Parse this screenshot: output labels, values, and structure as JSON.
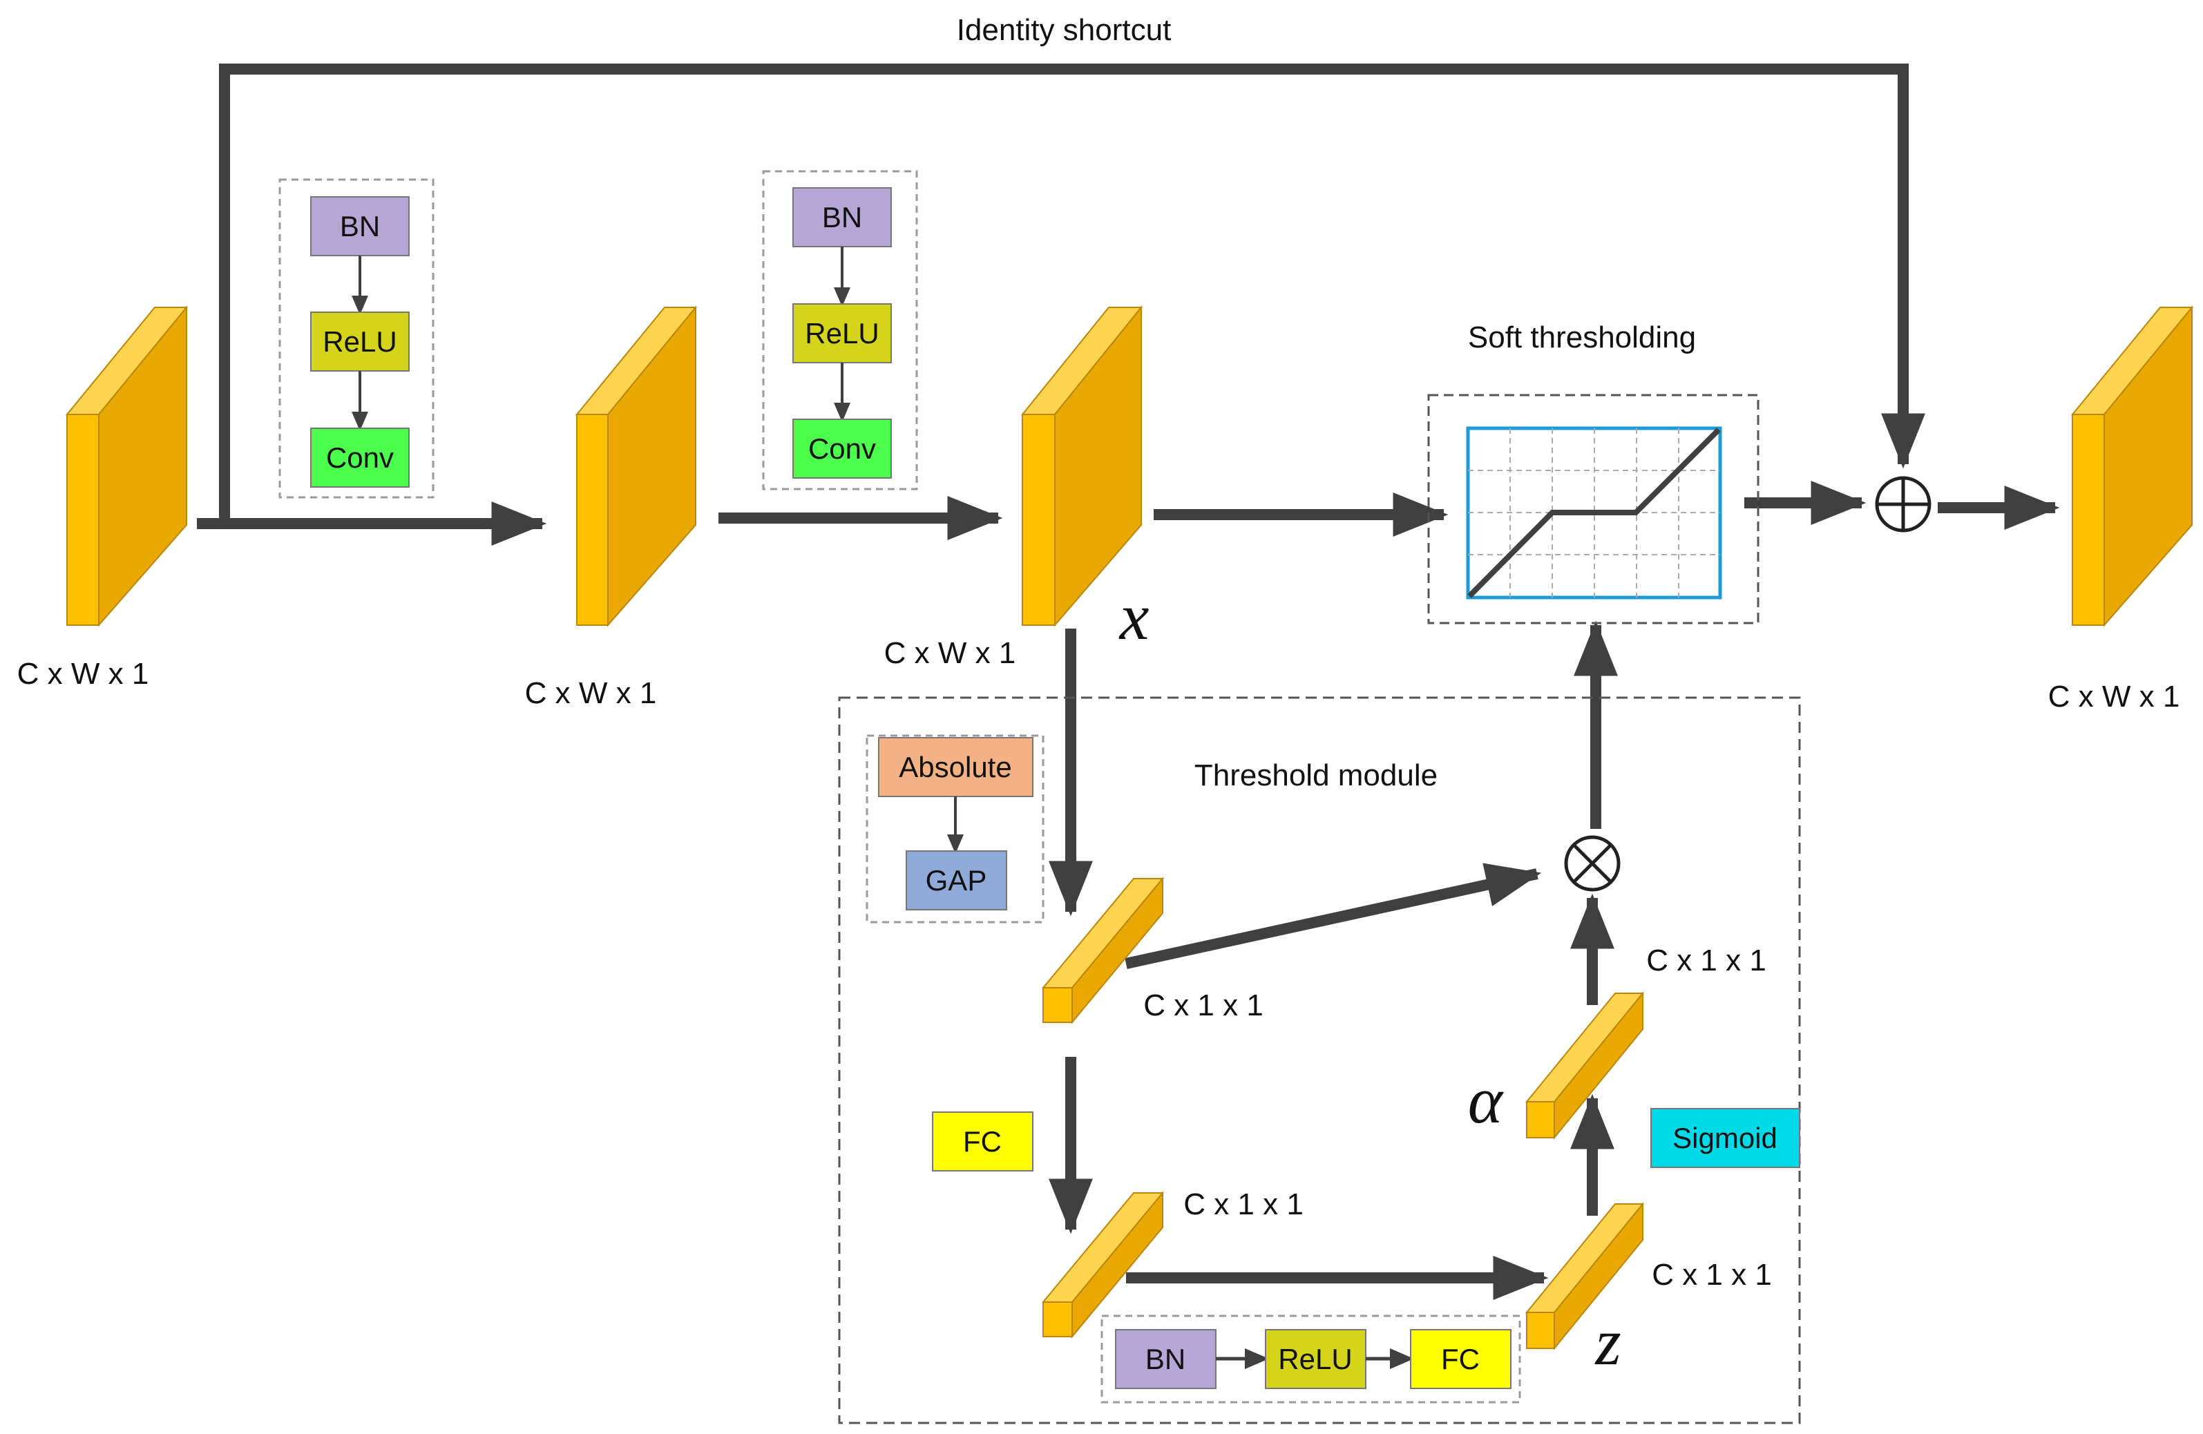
{
  "labels": {
    "identity_shortcut": "Identity shortcut",
    "soft_thresholding": "Soft thresholding",
    "threshold_module": "Threshold module",
    "dim_input": "C x W x 1",
    "dim_after_conv1": "C x W x 1",
    "dim_x": "C x W x 1",
    "dim_output": "C x W x 1",
    "dim_gap": "C x 1 x 1",
    "dim_fc1": "C x 1 x 1",
    "dim_z": "C x 1 x 1",
    "dim_alpha": "C x 1 x 1",
    "sym_x": "x",
    "sym_z": "z",
    "sym_alpha": "α"
  },
  "blocks": {
    "bn": "BN",
    "relu": "ReLU",
    "conv": "Conv",
    "absolute": "Absolute",
    "gap": "GAP",
    "fc": "FC",
    "sigmoid": "Sigmoid"
  },
  "operators": {
    "add": "⊕",
    "multiply": "⊗"
  },
  "colors": {
    "feature_map_front": "#FFC000",
    "feature_map_side": "#E8A800",
    "bn": "#B4A7D6",
    "relu": "#D4D41A",
    "conv": "#4CFF4C",
    "absolute": "#F4B183",
    "gap": "#8FA9D9",
    "fc": "#FFFF00",
    "sigmoid": "#00D9E8",
    "arrow": "#404040",
    "threshold_plot": "#1E9BD7"
  }
}
